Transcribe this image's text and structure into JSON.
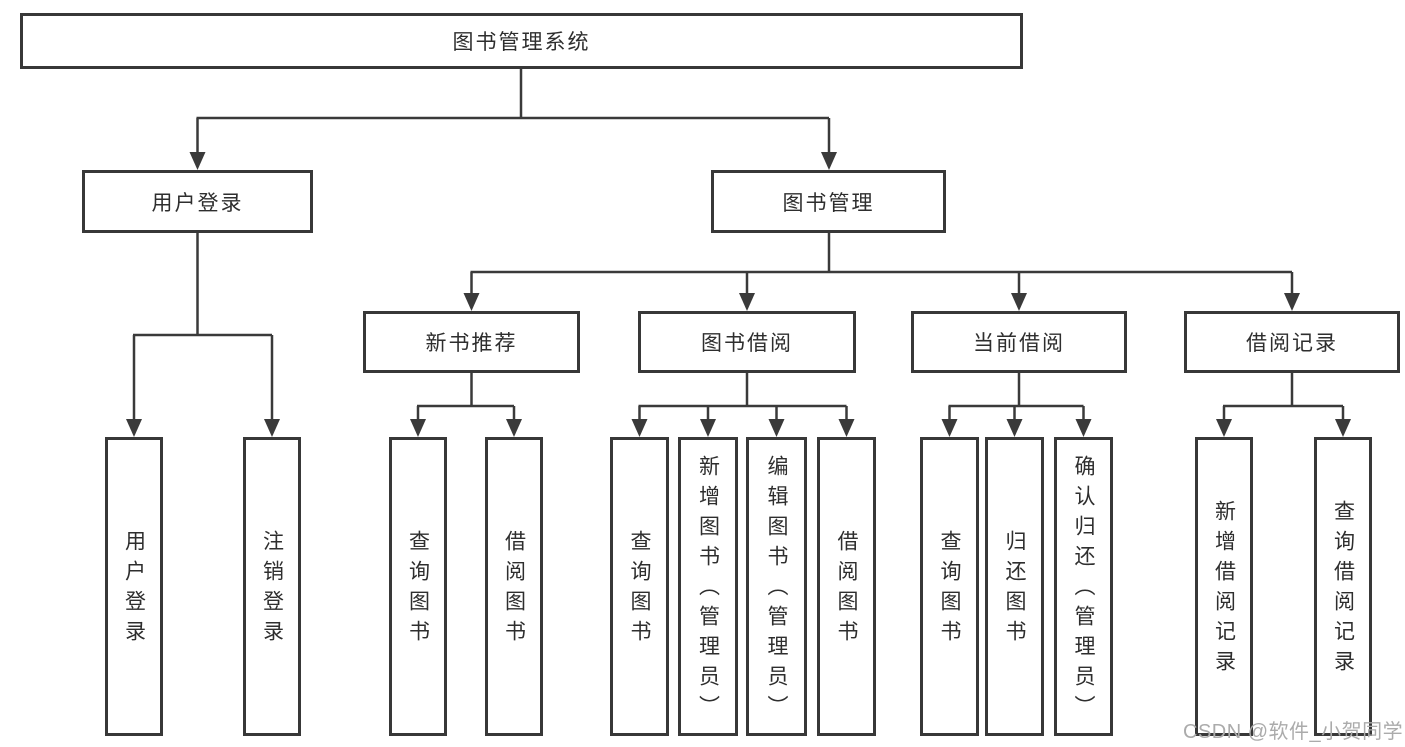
{
  "diagram": {
    "root": {
      "label": "图书管理系统"
    },
    "level2": {
      "user_login": {
        "label": "用户登录"
      },
      "book_management": {
        "label": "图书管理"
      }
    },
    "level3": {
      "new_book_recommend": {
        "label": "新书推荐"
      },
      "book_borrow": {
        "label": "图书借阅"
      },
      "current_borrow": {
        "label": "当前借阅"
      },
      "borrow_records": {
        "label": "借阅记录"
      }
    },
    "leaves": {
      "user_login": [
        "用户登录",
        "注销登录"
      ],
      "new_book_recommend": [
        "查询图书",
        "借阅图书"
      ],
      "book_borrow": [
        "查询图书",
        "新增图书（管理员）",
        "编辑图书（管理员）",
        "借阅图书"
      ],
      "current_borrow": [
        "查询图书",
        "归还图书",
        "确认归还（管理员）"
      ],
      "borrow_records": [
        "新增借阅记录",
        "查询借阅记录"
      ]
    }
  },
  "watermark": {
    "text": "CSDN @软件_小贺同学"
  },
  "colors": {
    "line": "#3a3a3a",
    "border": "#383838",
    "text": "#2e2e2e",
    "watermark": "#ababab"
  }
}
